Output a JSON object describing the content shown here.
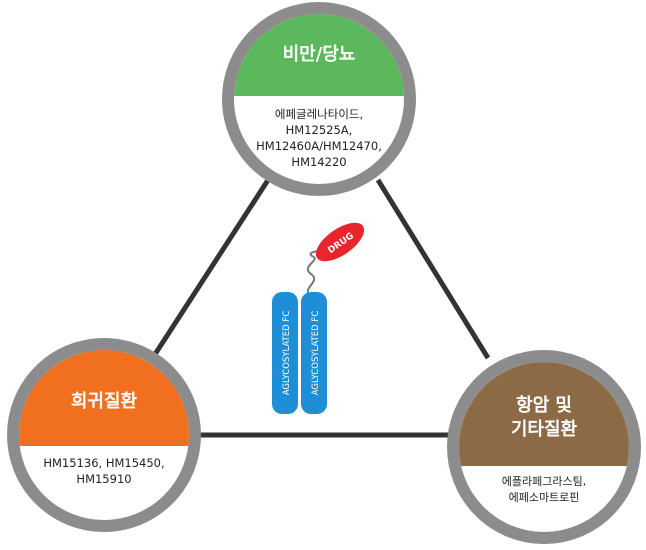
{
  "colors": {
    "ring": "#8c8c8c",
    "edge": "#333333",
    "obesity": "#5cb85c",
    "rare": "#f07020",
    "cancer": "#8c6a45",
    "fc": "#1e8fd6",
    "drug": "#e8242c"
  },
  "nodes": {
    "top": {
      "title": "비만/당뇨",
      "desc": "에페글레나타이드, HM12525A,\nHM12460A/HM12470,\nHM14220"
    },
    "left": {
      "title": "희귀질환",
      "desc": "HM15136, HM15450,\nHM15910"
    },
    "right": {
      "title": "항암 및\n기타질환",
      "desc": "에플라페그라스팀,\n에페소마트로핀"
    }
  },
  "molecule": {
    "drug_label": "DRUG",
    "fc_left_label": "AGLYCOSYLATED FC",
    "fc_right_label": "AGLYCOSYLATED FC"
  }
}
